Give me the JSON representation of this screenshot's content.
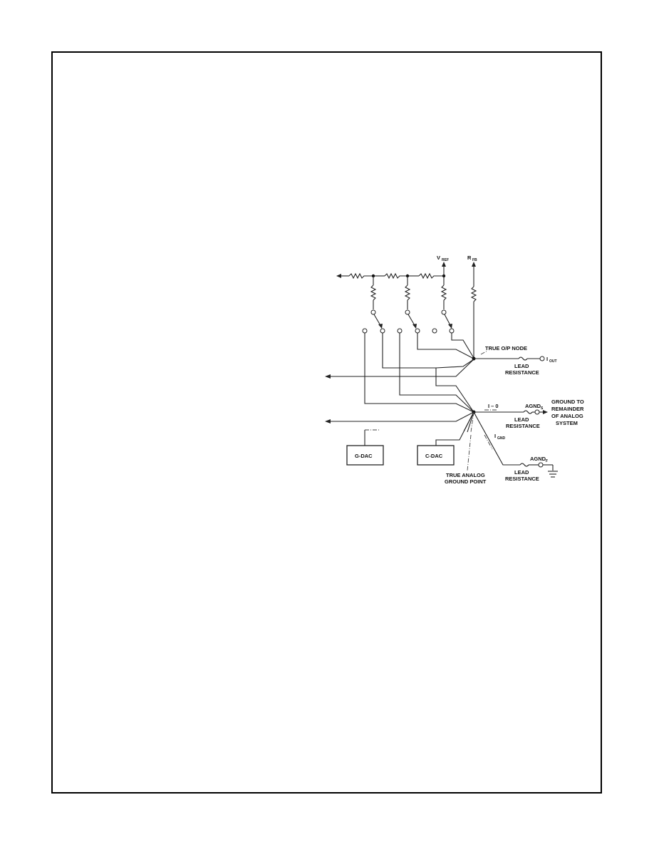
{
  "labels": {
    "vref": "V",
    "vref_sub": "REF",
    "rfb": "R",
    "rfb_sub": "FB",
    "true_op_node": "TRUE O/P NODE",
    "lead_resistance_1_a": "LEAD",
    "lead_resistance_1_b": "RESISTANCE",
    "iout": "I",
    "iout_sub": "OUT",
    "i0": "I – 0",
    "agnds": "AGND",
    "agnds_sub": "S",
    "ground_to_1": "GROUND TO",
    "ground_to_2": "REMAINDER",
    "ground_to_3": "OF ANALOG",
    "ground_to_4": "SYSTEM",
    "lead_resistance_2_a": "LEAD",
    "lead_resistance_2_b": "RESISTANCE",
    "ignd": "I",
    "ignd_sub": "GND",
    "agndf": "AGND",
    "agndf_sub": "F",
    "lead_resistance_3_a": "LEAD",
    "lead_resistance_3_b": "RESISTANCE",
    "true_analog_1": "TRUE ANALOG",
    "true_analog_2": "GROUND POINT",
    "gdac_left": "G-DAC",
    "gdac_right": "C-DAC"
  }
}
